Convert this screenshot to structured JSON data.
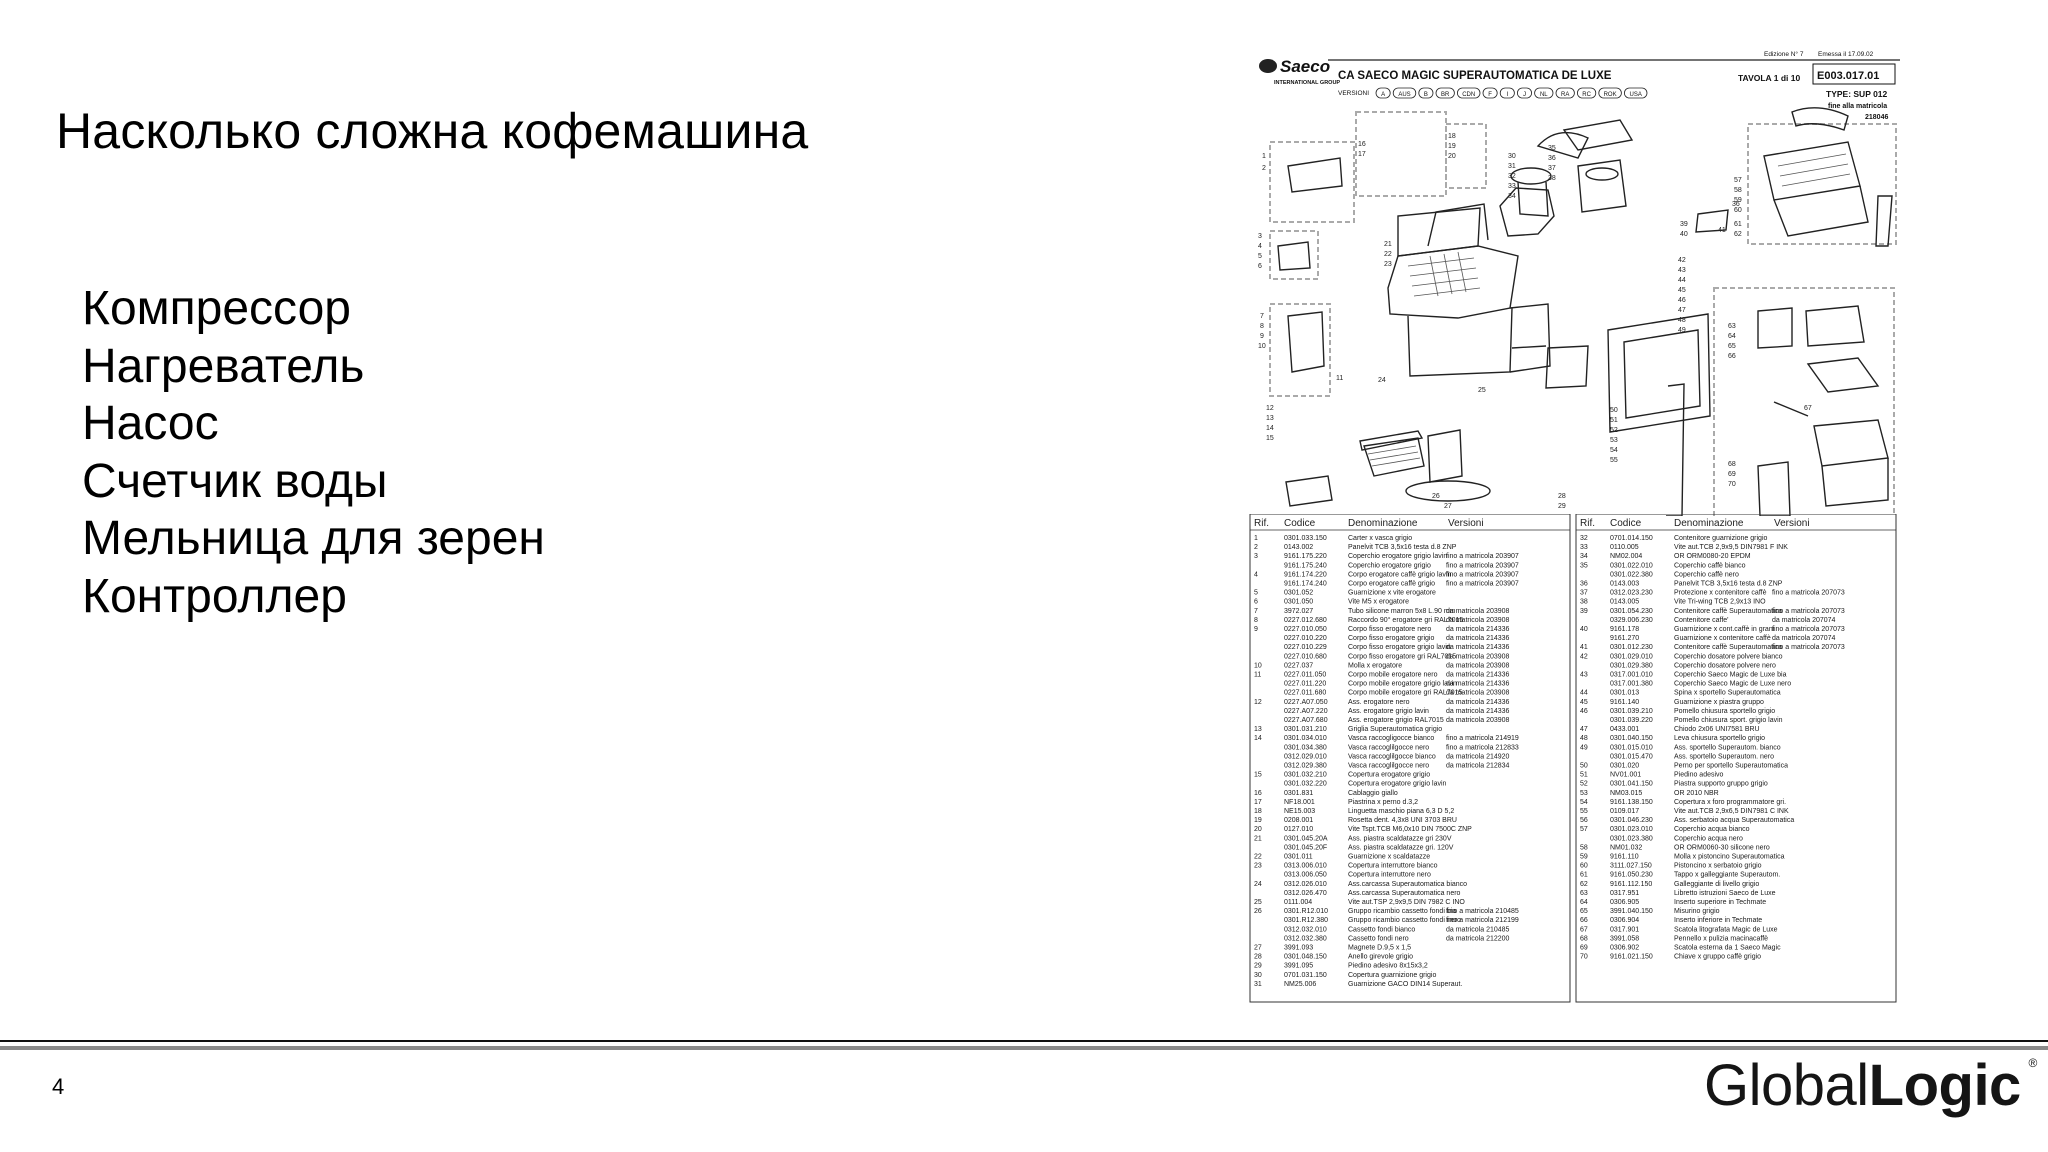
{
  "slide": {
    "title": "Насколько сложна кофемашина",
    "bullets": [
      "Компрессор",
      "Нагреватель",
      "Насос",
      "Счетчик воды",
      "Мельница для зерен",
      "Контроллер"
    ],
    "page_number": "4"
  },
  "brand": {
    "part1": "Global",
    "part2": "Logic",
    "reg": "®"
  },
  "drawing": {
    "logo": "Saeco",
    "logo_sub": "INTERNATIONAL GROUP",
    "model": "CA SAECO MAGIC SUPERAUTOMATICA DE LUXE",
    "versions_label": "VERSIONI",
    "version_codes": [
      "A",
      "AUS",
      "B",
      "BR",
      "CDN",
      "F",
      "I",
      "J",
      "NL",
      "RA",
      "RC",
      "ROK",
      "USA"
    ],
    "edition": "Edizione N° 7",
    "emessa": "Emessa il 17.09.02",
    "tavola": "TAVOLA 1 di 10",
    "code": "E003.017.01",
    "type": "TYPE: SUP 012",
    "fine": "fine alla matricola",
    "matricola": "218046",
    "table_headers": [
      "Rif.",
      "Codice",
      "Denominazione",
      "Versioni"
    ]
  },
  "parts_left": [
    [
      "1",
      "0301.033.150",
      "Carter x vasca grigio",
      ""
    ],
    [
      "2",
      "0143.002",
      "Panelvit TCB 3,5x16 testa d.8 ZNP",
      ""
    ],
    [
      "3",
      "9161.175.220",
      "Coperchio erogatore grigio lavin",
      "fino a matricola 203907"
    ],
    [
      "",
      "9161.175.240",
      "Coperchio erogatore grigio",
      "fino a matricola 203907"
    ],
    [
      "4",
      "9161.174.220",
      "Corpo erogatore caffè grigio lavin",
      "fino a matricola 203907"
    ],
    [
      "",
      "9161.174.240",
      "Corpo erogatore caffè grigio",
      "fino a matricola 203907"
    ],
    [
      "5",
      "0301.052",
      "Guarnizione x vite erogatore",
      ""
    ],
    [
      "6",
      "0301.050",
      "Vite M5 x erogatore",
      ""
    ],
    [
      "7",
      "3972.027",
      "Tubo silicone marron 5x8 L.90 mm",
      "da matricola 203908"
    ],
    [
      "8",
      "0227.012.680",
      "Raccordo 90° erogatore gri RAL7015",
      "da matricola 203908"
    ],
    [
      "9",
      "0227.010.050",
      "Corpo fisso erogatore nero",
      "da matricola 214336"
    ],
    [
      "",
      "0227.010.220",
      "Corpo fisso erogatore grigio",
      "da matricola 214336"
    ],
    [
      "",
      "0227.010.229",
      "Corpo fisso erogatore grigio lavin",
      "da matricola 214336"
    ],
    [
      "",
      "0227.010.680",
      "Corpo fisso erogatore gri RAL7015",
      "da matricola 203908"
    ],
    [
      "10",
      "0227.037",
      "Molla x erogatore",
      "da matricola 203908"
    ],
    [
      "11",
      "0227.011.050",
      "Corpo mobile erogatore nero",
      "da matricola 214336"
    ],
    [
      "",
      "0227.011.220",
      "Corpo mobile erogatore grigio lavin",
      "da matricola 214336"
    ],
    [
      "",
      "0227.011.680",
      "Corpo mobile erogatore gri RAL7015",
      "da matricola 203908"
    ],
    [
      "12",
      "0227.A07.050",
      "Ass. erogatore nero",
      "da matricola 214336"
    ],
    [
      "",
      "0227.A07.220",
      "Ass. erogatore grigio lavin",
      "da matricola 214336"
    ],
    [
      "",
      "0227.A07.680",
      "Ass. erogatore grigio RAL7015",
      "da matricola 203908"
    ],
    [
      "13",
      "0301.031.210",
      "Griglia Superautomatica grigio",
      ""
    ],
    [
      "14",
      "0301.034.010",
      "Vasca raccogligocce bianco",
      "fino a matricola 214919"
    ],
    [
      "",
      "0301.034.380",
      "Vasca raccoglilgocce nero",
      "fino a matricola 212833"
    ],
    [
      "",
      "0312.029.010",
      "Vasca raccoglilgocce bianco",
      "da matricola 214920"
    ],
    [
      "",
      "0312.029.380",
      "Vasca raccoglilgocce nero",
      "da matricola 212834"
    ],
    [
      "15",
      "0301.032.210",
      "Copertura erogatore grigio",
      ""
    ],
    [
      "",
      "0301.032.220",
      "Copertura erogatore grigio lavin",
      ""
    ],
    [
      "16",
      "0301.831",
      "Cablaggio giallo",
      ""
    ],
    [
      "17",
      "NF18.001",
      "Piastrina x perno d.3,2",
      ""
    ],
    [
      "18",
      "NE15.003",
      "Linguetta maschio piana 6,3 D 5,2",
      ""
    ],
    [
      "19",
      "0208.001",
      "Rosetta dent. 4,3x8 UNI 3703 BRU",
      ""
    ],
    [
      "20",
      "0127.010",
      "Vite Tspt.TCB M6,0x10 DIN 7500C ZNP",
      ""
    ],
    [
      "21",
      "0301.045.20A",
      "Ass. piastra scaldatazze gri 230V",
      ""
    ],
    [
      "",
      "0301.045.20F",
      "Ass. piastra scaldatazze gri. 120V",
      ""
    ],
    [
      "22",
      "0301.011",
      "Guarnizione x scaldatazze",
      ""
    ],
    [
      "23",
      "0313.006.010",
      "Copertura interruttore bianco",
      ""
    ],
    [
      "",
      "0313.006.050",
      "Copertura interruttore nero",
      ""
    ],
    [
      "24",
      "0312.026.010",
      "Ass.carcassa Superautomatica bianco",
      ""
    ],
    [
      "",
      "0312.026.470",
      "Ass.carcassa Superautomatica nero",
      ""
    ],
    [
      "25",
      "0111.004",
      "Vite aut.TSP 2,9x9,5 DIN 7982 C INO",
      ""
    ],
    [
      "26",
      "0301.R12.010",
      "Gruppo ricambio cassetto fondi bia",
      "fino a matricola 210485"
    ],
    [
      "",
      "0301.R12.380",
      "Gruppo ricambio cassetto fondi nero",
      "fino a matricola 212199"
    ],
    [
      "",
      "0312.032.010",
      "Cassetto fondi bianco",
      "da matricola 210485"
    ],
    [
      "",
      "0312.032.380",
      "Cassetto fondi nero",
      "da matricola 212200"
    ],
    [
      "27",
      "3991.093",
      "Magnete D.9,5 x 1,5",
      ""
    ],
    [
      "28",
      "0301.048.150",
      "Anello girevole grigio",
      ""
    ],
    [
      "29",
      "3991.095",
      "Piedino adesivo 8x15x3,2",
      ""
    ],
    [
      "30",
      "0701.031.150",
      "Copertura guarnizione grigio",
      ""
    ],
    [
      "31",
      "NM25.006",
      "Guarnizione GACO DIN14 Superaut.",
      ""
    ]
  ],
  "parts_right": [
    [
      "32",
      "0701.014.150",
      "Contenitore guarnizione grigio",
      ""
    ],
    [
      "33",
      "0110.005",
      "Vite aut.TCB 2,9x9,5 DIN7981 F INK",
      ""
    ],
    [
      "34",
      "NM02.004",
      "OR ORM0080-20 EPDM",
      ""
    ],
    [
      "35",
      "0301.022.010",
      "Coperchio caffè bianco",
      ""
    ],
    [
      "",
      "0301.022.380",
      "Coperchio caffè nero",
      ""
    ],
    [
      "36",
      "0143.003",
      "Panelvit TCB 3,5x16 testa d.8 ZNP",
      ""
    ],
    [
      "37",
      "0312.023.230",
      "Protezione x contenitore caffè",
      "fino a matricola 207073"
    ],
    [
      "38",
      "0143.005",
      "Vite Tri-wing TCB 2,9x13 INO",
      ""
    ],
    [
      "39",
      "0301.054.230",
      "Contenitore caffè Superautomatica",
      "fino a matricola 207073"
    ],
    [
      "",
      "0329.006.230",
      "Contenitore caffe'",
      "da matricola 207074"
    ],
    [
      "40",
      "9161.178",
      "Guarnizione x cont.caffè in grani",
      "fino a matricola 207073"
    ],
    [
      "",
      "9161.270",
      "Guarnizione x contenitore caffè",
      "da matricola 207074"
    ],
    [
      "41",
      "0301.012.230",
      "Contenitore caffè Superautomatica",
      "fino a matricola 207073"
    ],
    [
      "42",
      "0301.029.010",
      "Coperchio dosatore polvere bianco",
      ""
    ],
    [
      "",
      "0301.029.380",
      "Coperchio dosatore polvere nero",
      ""
    ],
    [
      "43",
      "0317.001.010",
      "Coperchio Saeco Magic de Luxe bia",
      ""
    ],
    [
      "",
      "0317.001.380",
      "Coperchio Saeco Magic de Luxe nero",
      ""
    ],
    [
      "44",
      "0301.013",
      "Spina x sportello Superautomatica",
      ""
    ],
    [
      "45",
      "9161.140",
      "Guarnizione x piastra gruppo",
      ""
    ],
    [
      "46",
      "0301.039.210",
      "Pomello chiusura sportello grigio",
      ""
    ],
    [
      "",
      "0301.039.220",
      "Pomello chiusura sport. grigio lavin",
      ""
    ],
    [
      "47",
      "0433.001",
      "Chiodo 2x06 UNI7581 BRU",
      ""
    ],
    [
      "48",
      "0301.040.150",
      "Leva chiusura sportello grigio",
      ""
    ],
    [
      "49",
      "0301.015.010",
      "Ass. sportello Superautom. bianco",
      ""
    ],
    [
      "",
      "0301.015.470",
      "Ass. sportello Superautom. nero",
      ""
    ],
    [
      "50",
      "0301.020",
      "Perno per sportello Superautomatica",
      ""
    ],
    [
      "51",
      "NV01.001",
      "Piedino adesivo",
      ""
    ],
    [
      "52",
      "0301.041.150",
      "Piastra supporto gruppo grigio",
      ""
    ],
    [
      "53",
      "NM03.015",
      "OR 2010 NBR",
      ""
    ],
    [
      "54",
      "9161.138.150",
      "Copertura x foro programmatore gri.",
      ""
    ],
    [
      "55",
      "0109.017",
      "Vite aut.TCB 2,9x6,5 DIN7981 C INK",
      ""
    ],
    [
      "56",
      "0301.046.230",
      "Ass. serbatoio acqua Superautomatica",
      ""
    ],
    [
      "57",
      "0301.023.010",
      "Coperchio acqua bianco",
      ""
    ],
    [
      "",
      "0301.023.380",
      "Coperchio acqua nero",
      ""
    ],
    [
      "58",
      "NM01.032",
      "OR ORM0060-30 silicone nero",
      ""
    ],
    [
      "59",
      "9161.110",
      "Molla x pistoncino Superautomatica",
      ""
    ],
    [
      "60",
      "3111.027.150",
      "Pistoncino x serbatoio grigio",
      ""
    ],
    [
      "61",
      "9161.050.230",
      "Tappo x galleggiante Superautom.",
      ""
    ],
    [
      "62",
      "9161.112.150",
      "Galleggiante di livello grigio",
      ""
    ],
    [
      "63",
      "0317.951",
      "Libretto istruzioni Saeco de Luxe",
      ""
    ],
    [
      "64",
      "0306.905",
      "Inserto superiore in Techmate",
      ""
    ],
    [
      "65",
      "3991.040.150",
      "Misurino grigio",
      ""
    ],
    [
      "66",
      "0306.904",
      "Inserto inferiore in Techmate",
      ""
    ],
    [
      "67",
      "0317.901",
      "Scatola litografata Magic de Luxe",
      ""
    ],
    [
      "68",
      "3991.058",
      "Pennello x pulizia macinacaffè",
      ""
    ],
    [
      "69",
      "0306.902",
      "Scatola esterna da 1 Saeco Magic",
      ""
    ],
    [
      "70",
      "9161.021.150",
      "Chiave x gruppo caffè grigio",
      ""
    ]
  ]
}
